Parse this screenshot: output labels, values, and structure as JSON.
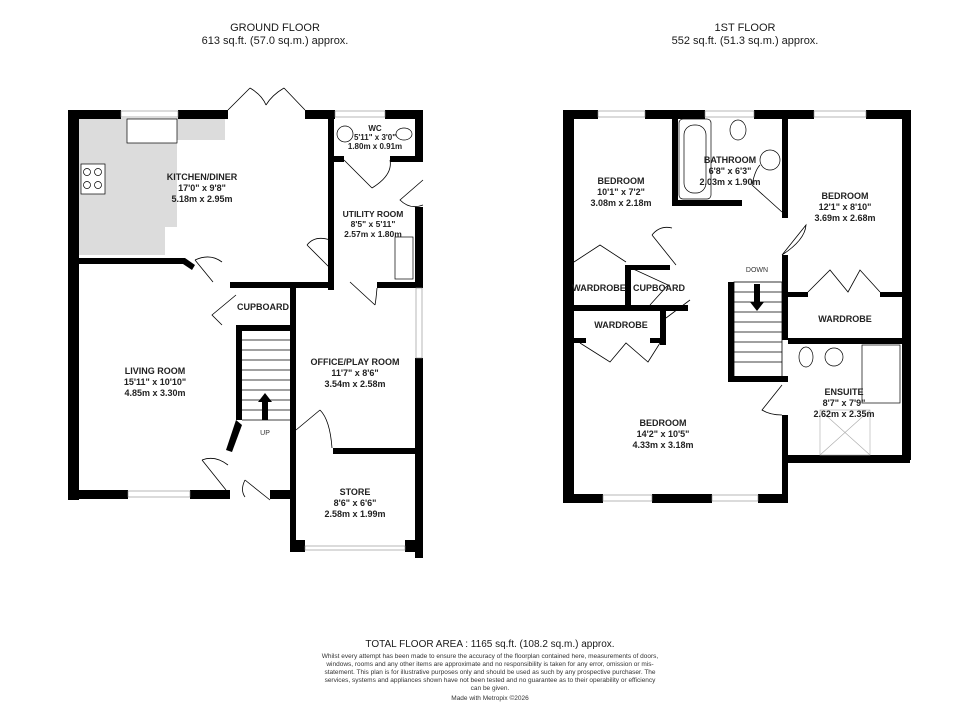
{
  "ground_floor": {
    "title": "GROUND FLOOR",
    "area": "613 sq.ft. (57.0 sq.m.) approx.",
    "rooms": [
      {
        "name": "KITCHEN/DINER",
        "imperial": "17'0\"  x 9'8\"",
        "metric": "5.18m  x 2.95m"
      },
      {
        "name": "WC",
        "imperial": "5'11\"  x 3'0\"",
        "metric": "1.80m  x 0.91m"
      },
      {
        "name": "UTILITY ROOM",
        "imperial": "8'5\"  x 5'11\"",
        "metric": "2.57m  x 1.80m"
      },
      {
        "name": "CUPBOARD"
      },
      {
        "name": "LIVING ROOM",
        "imperial": "15'11\"  x 10'10\"",
        "metric": "4.85m  x 3.30m"
      },
      {
        "name": "OFFICE/PLAY ROOM",
        "imperial": "11'7\"  x 8'6\"",
        "metric": "3.54m  x 2.58m"
      },
      {
        "name": "STORE",
        "imperial": "8'6\"  x 6'6\"",
        "metric": "2.58m  x 1.99m"
      }
    ],
    "stairs_label": "UP"
  },
  "first_floor": {
    "title": "1ST FLOOR",
    "area": "552 sq.ft. (51.3 sq.m.) approx.",
    "rooms": [
      {
        "name": "BEDROOM",
        "imperial": "10'1\"  x 7'2\"",
        "metric": "3.08m  x 2.18m"
      },
      {
        "name": "BATHROOM",
        "imperial": "6'8\"  x 6'3\"",
        "metric": "2.03m  x 1.90m"
      },
      {
        "name": "BEDROOM",
        "imperial": "12'1\"  x 8'10\"",
        "metric": "3.69m  x 2.68m"
      },
      {
        "name": "WARDROBE"
      },
      {
        "name": "CUPBOARD"
      },
      {
        "name": "WARDROBE"
      },
      {
        "name": "WARDROBE"
      },
      {
        "name": "ENSUITE",
        "imperial": "8'7\"  x 7'9\"",
        "metric": "2.62m  x 2.35m"
      },
      {
        "name": "BEDROOM",
        "imperial": "14'2\"  x 10'5\"",
        "metric": "4.33m  x 3.18m"
      }
    ],
    "stairs_label": "DOWN"
  },
  "footer": {
    "total": "TOTAL FLOOR AREA : 1165 sq.ft. (108.2 sq.m.) approx.",
    "disclaimer": "Whilst every attempt has been made to ensure the accuracy of the floorplan contained here, measurements of doors, windows, rooms and any other items are approximate and no responsibility is taken for any error, omission or mis-statement. This plan is for illustrative purposes only and should be used as such by any prospective purchaser. The services, systems and appliances shown have not been tested and no guarantee as to their operability or efficiency can be given.",
    "credit": "Made with Metropix ©2026"
  },
  "colors": {
    "wall": "#000000",
    "kitchen_fill": "#dcdcdc",
    "window": "#ffffff"
  }
}
